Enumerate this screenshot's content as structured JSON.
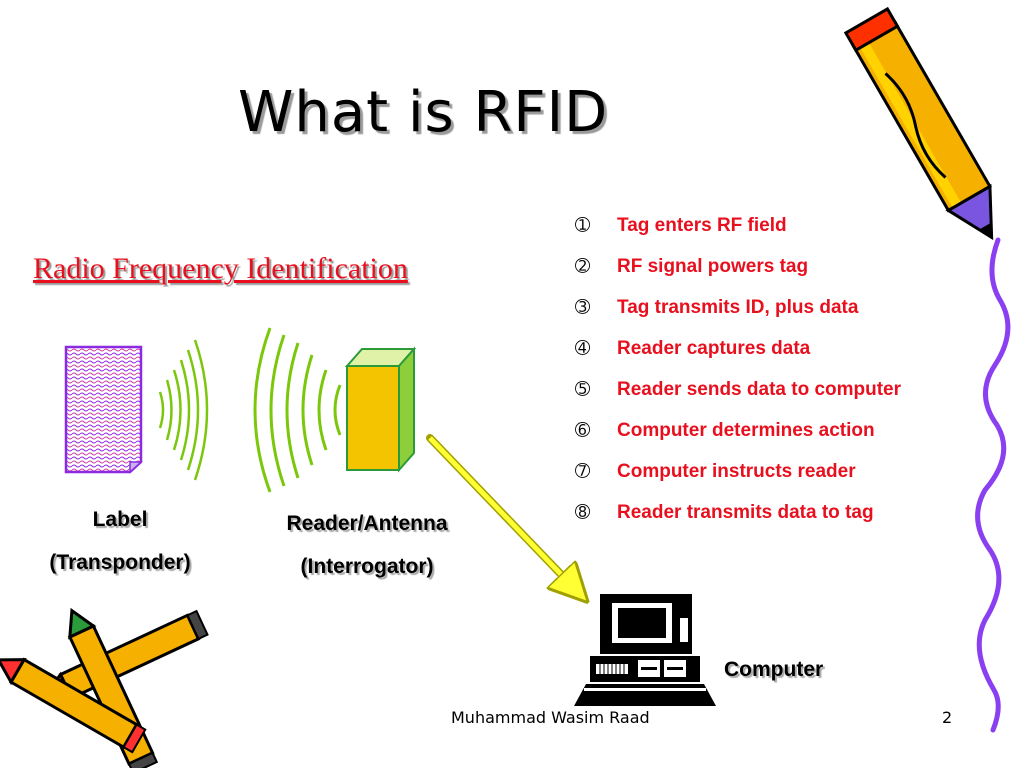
{
  "slide": {
    "title": "What is RFID",
    "subtitle": "Radio Frequency Identification",
    "steps": [
      {
        "marker": "➀",
        "text": "Tag enters RF field"
      },
      {
        "marker": "➁",
        "text": "RF signal powers tag"
      },
      {
        "marker": "➂",
        "text": "Tag transmits ID, plus data"
      },
      {
        "marker": "➃",
        "text": "Reader captures data"
      },
      {
        "marker": "➄",
        "text": "Reader sends data to computer"
      },
      {
        "marker": "➅",
        "text": "Computer determines action"
      },
      {
        "marker": "➆",
        "text": "Computer instructs reader"
      },
      {
        "marker": "➇",
        "text": "Reader transmits data to tag"
      }
    ],
    "label_caption": {
      "line1": "Label",
      "line2": "(Transponder)"
    },
    "reader_caption": {
      "line1": "Reader/Antenna",
      "line2": "(Interrogator)"
    },
    "computer_caption": "Computer",
    "footer": {
      "author": "Muhammad Wasim Raad",
      "page_number": "2"
    }
  },
  "colors": {
    "accent_red": "#e8101e",
    "wave_green": "#7ac70c",
    "reader_yellow": "#f5c400",
    "label_purple": "#8a2be2",
    "pencil_orange": "#ff8c00"
  },
  "icons": [
    "pencil-icon",
    "crayons-icon",
    "rfid-label-icon",
    "radio-wave-icon",
    "reader-antenna-icon",
    "computer-icon",
    "arrow-icon",
    "squiggle-line-icon"
  ]
}
